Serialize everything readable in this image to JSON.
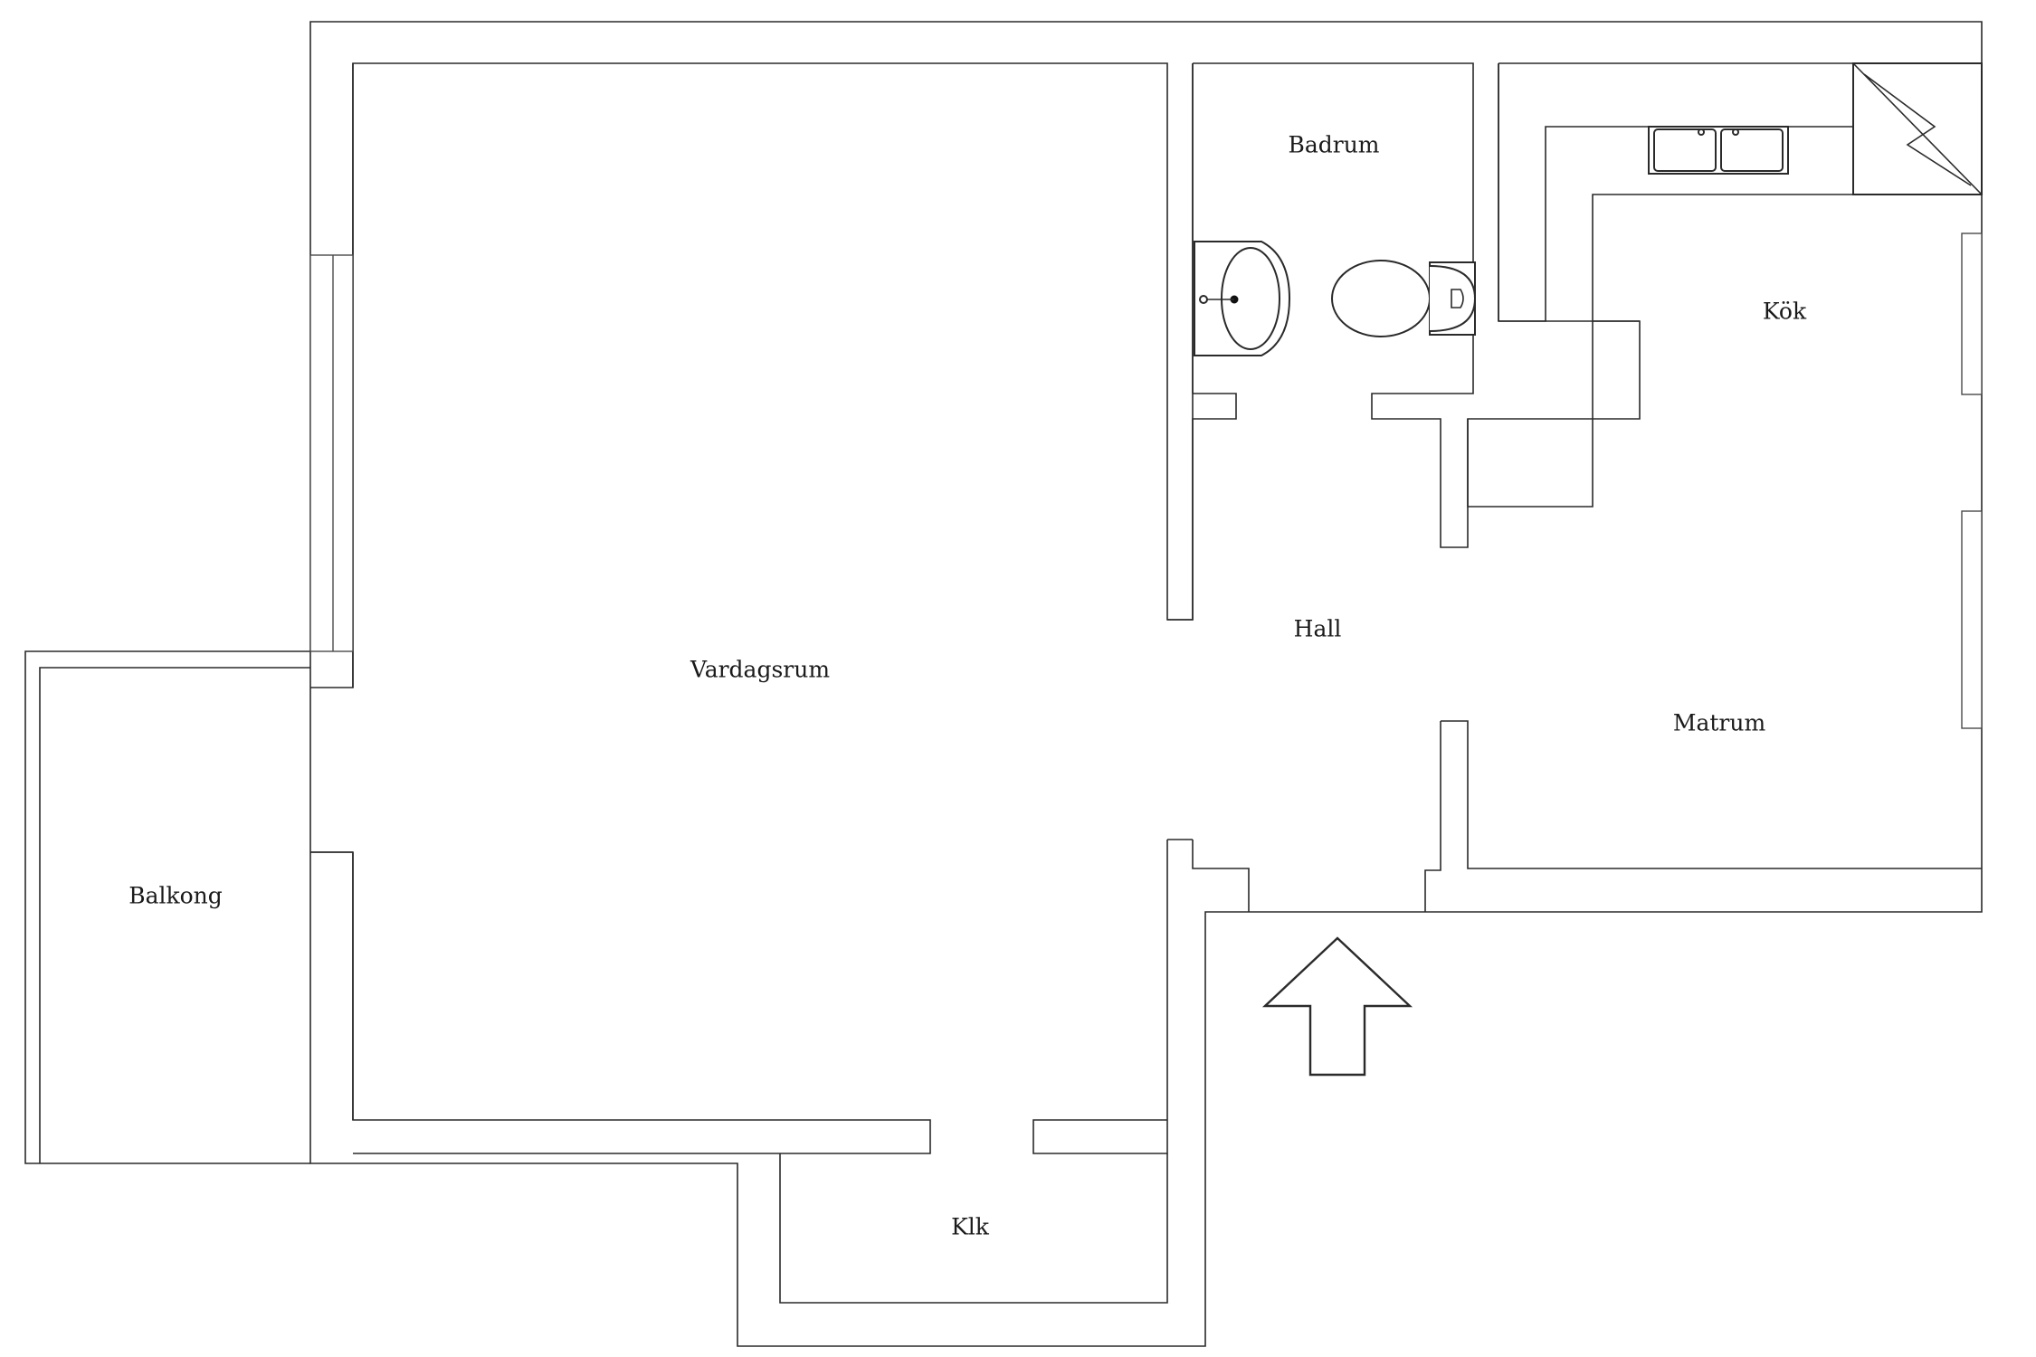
{
  "rooms": {
    "vardagsrum": "Vardagsrum",
    "badrum": "Badrum",
    "kok": "Kök",
    "hall": "Hall",
    "matrum": "Matrum",
    "balkong": "Balkong",
    "klk": "Klk"
  },
  "icons": {
    "entrance": "arrow-up-icon",
    "sink": "washbasin-icon",
    "toilet": "toilet-icon",
    "kitchen_sink": "double-sink-icon",
    "stove": "stove-icon"
  },
  "colors": {
    "wall": "#2a2a2a",
    "background": "#ffffff"
  }
}
